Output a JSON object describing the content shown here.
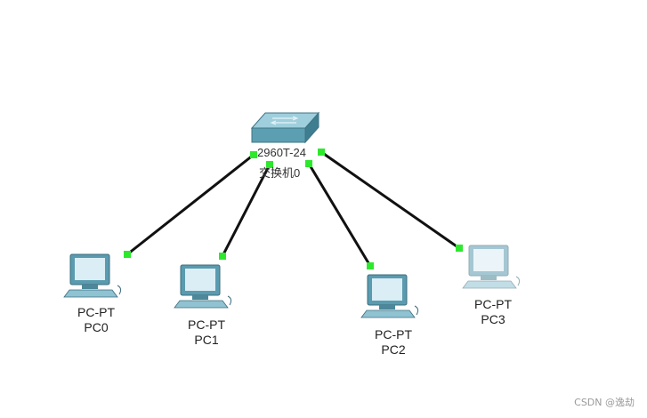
{
  "switch": {
    "model": "2960T-24",
    "name": "交换机0"
  },
  "pcs": [
    {
      "model": "PC-PT",
      "name": "PC0"
    },
    {
      "model": "PC-PT",
      "name": "PC1"
    },
    {
      "model": "PC-PT",
      "name": "PC2"
    },
    {
      "model": "PC-PT",
      "name": "PC3"
    }
  ],
  "colors": {
    "link": "#111111",
    "port_up": "#2ee82e",
    "device": "#5a9bb0"
  },
  "watermark": "CSDN @逸劫"
}
